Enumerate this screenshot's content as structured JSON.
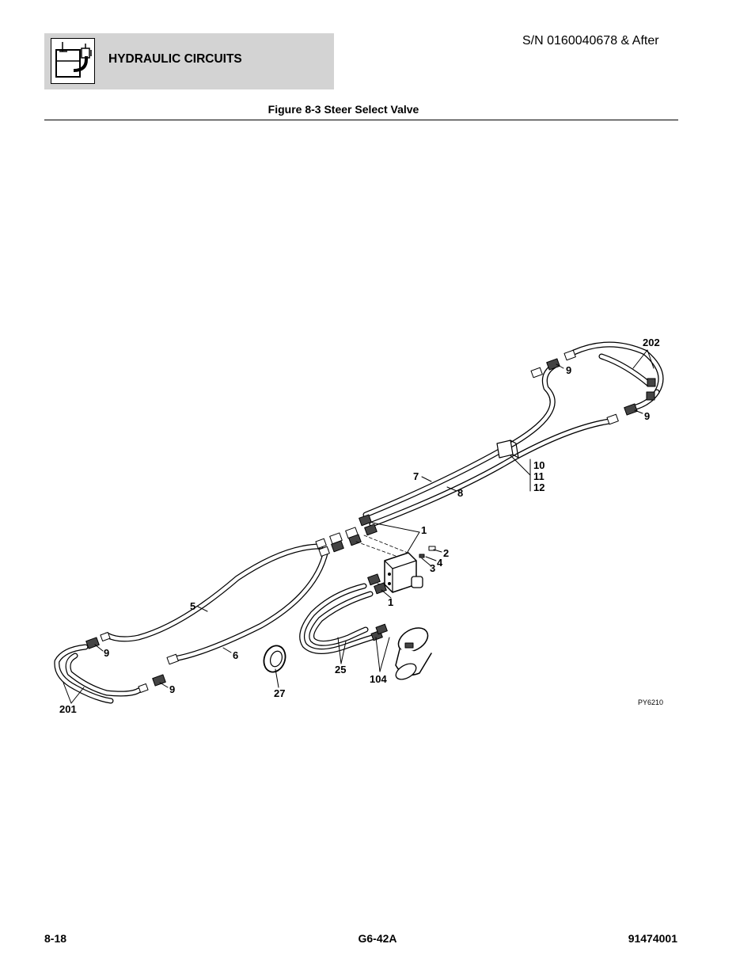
{
  "header": {
    "section_title": "HYDRAULIC CIRCUITS",
    "serial": "S/N 0160040678 & After",
    "icon": "hydraulic-reservoir-icon"
  },
  "figure": {
    "caption": "Figure 8-3 Steer Select Valve",
    "code": "PY6210",
    "callouts": {
      "c202": "202",
      "c9a": "9",
      "c9b": "9",
      "c10": "10",
      "c11": "11",
      "c12": "12",
      "c7": "7",
      "c8": "8",
      "c1a": "1",
      "c2": "2",
      "c4": "4",
      "c3": "3",
      "c1b": "1",
      "c5": "5",
      "c9c": "9",
      "c6": "6",
      "c9d": "9",
      "c201": "201",
      "c27": "27",
      "c25": "25",
      "c104": "104"
    }
  },
  "footer": {
    "page": "8-18",
    "model": "G6-42A",
    "doc_number": "91474001"
  }
}
